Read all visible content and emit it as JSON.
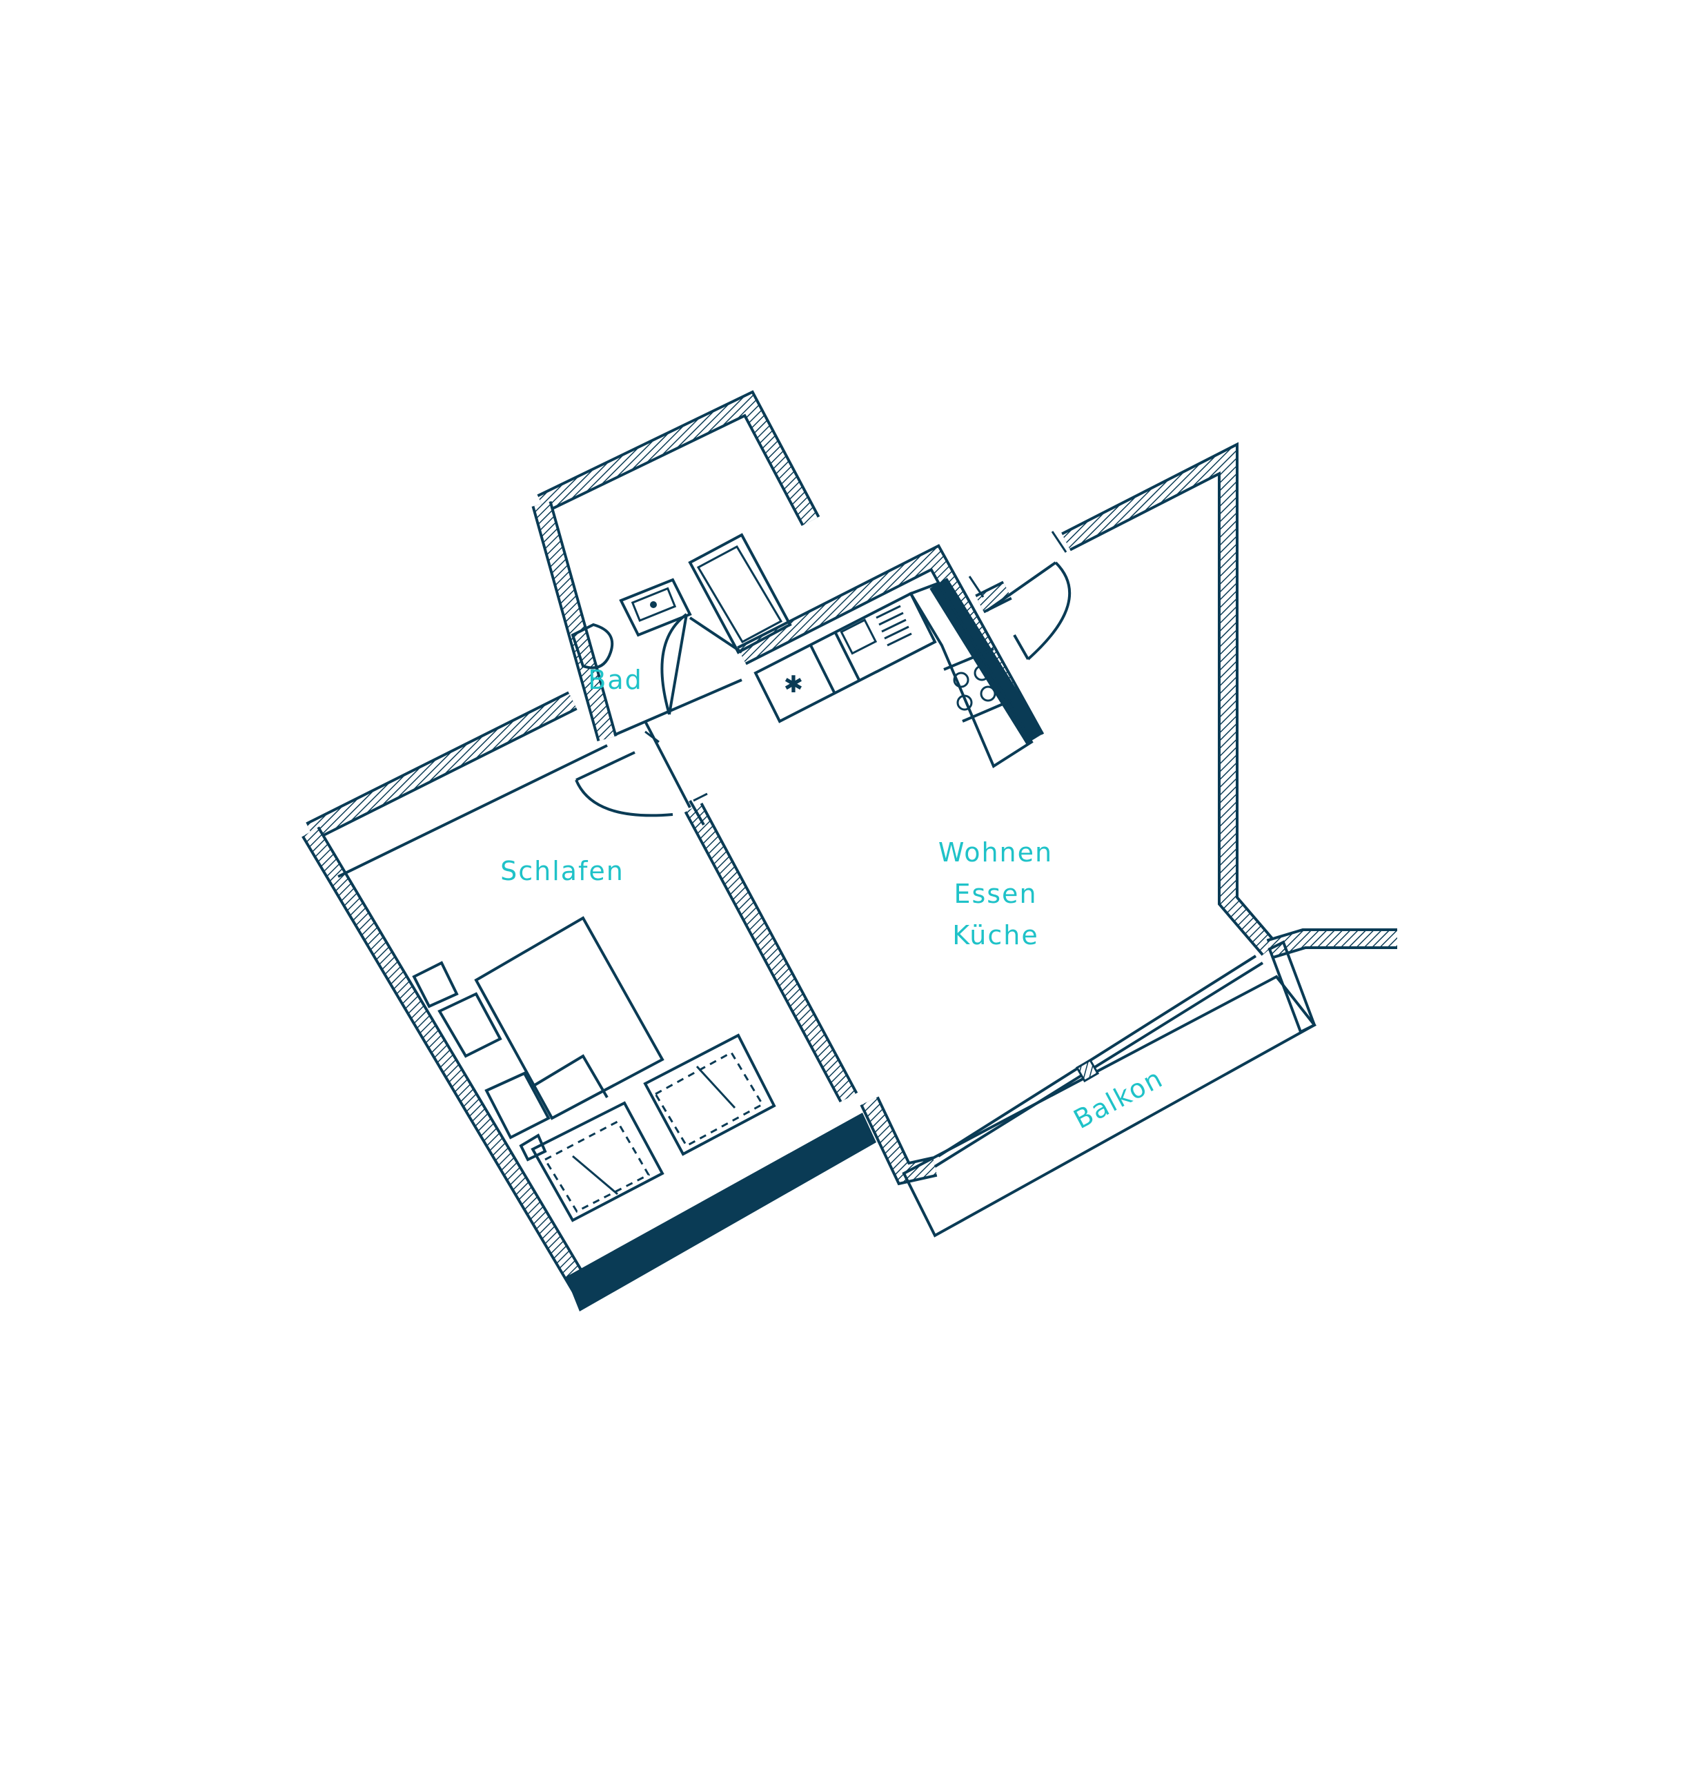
{
  "rooms": {
    "bad": "Bad",
    "schlafen": "Schlafen",
    "wohnen_line1": "Wohnen",
    "wohnen_line2": "Essen",
    "wohnen_line3": "Küche",
    "balkon": "Balkon"
  },
  "colors": {
    "line": "#0a3b55",
    "label": "#1fc2c8",
    "background": "#ffffff"
  }
}
